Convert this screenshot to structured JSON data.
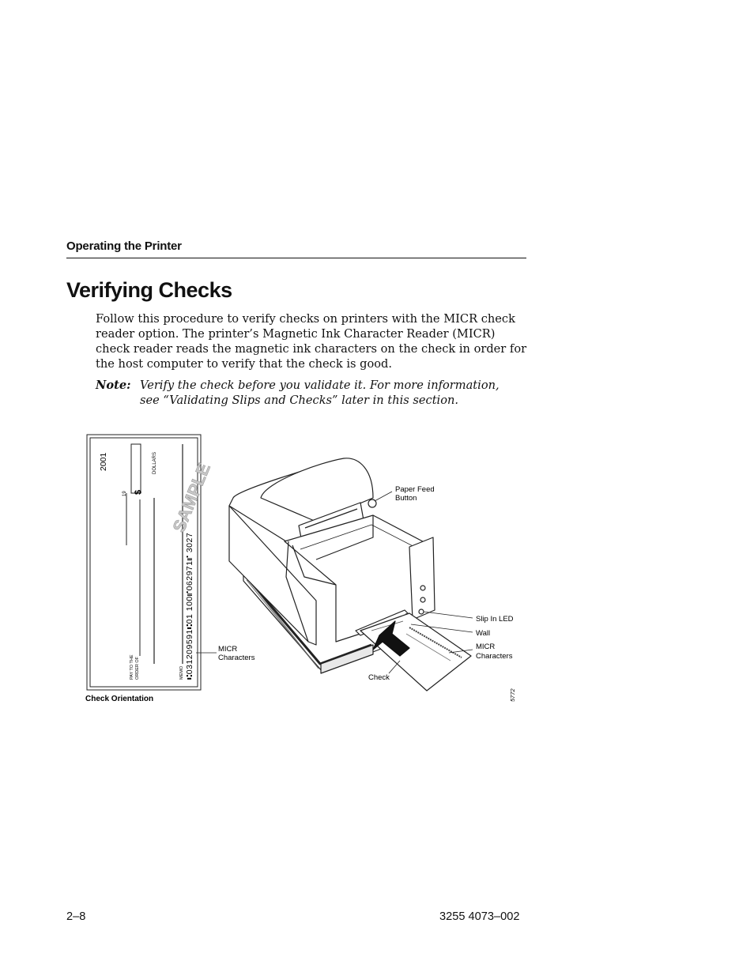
{
  "running_head": "Operating the Printer",
  "section_title": "Verifying Checks",
  "body_paragraph": "Follow this procedure to verify checks on printers with the MICR check reader option. The printer’s Magnetic Ink Character Reader (MICR) check reader reads the magnetic ink characters on the check in order for the host computer to verify that the check is good.",
  "note": {
    "label": "Note:",
    "text": "Verify the check before you validate it. For more information, see “Validating Slips and Checks” later in this section."
  },
  "figure": {
    "check": {
      "year": "2001",
      "date_prefix": "19",
      "dollar_sign": "$",
      "dollars": "DOLLARS",
      "pay_to_line1": "PAY TO THE",
      "pay_to_line2": "ORDER OF",
      "memo": "MEMO",
      "micr_line": "⑆031209591⑆01 100⑈062971⑈ 3027",
      "watermark": "SAMPLE"
    },
    "caption": "Check Orientation",
    "callouts": {
      "paper_feed_line1": "Paper Feed",
      "paper_feed_line2": "Button",
      "slip_in_led": "Slip In LED",
      "wall": "Wall",
      "micr_right_line1": "MICR",
      "micr_right_line2": "Characters",
      "micr_left_line1": "MICR",
      "micr_left_line2": "Characters",
      "check": "Check"
    },
    "figure_number": "5772"
  },
  "footer": {
    "page_number": "2–8",
    "doc_number": "3255 4073–002"
  }
}
